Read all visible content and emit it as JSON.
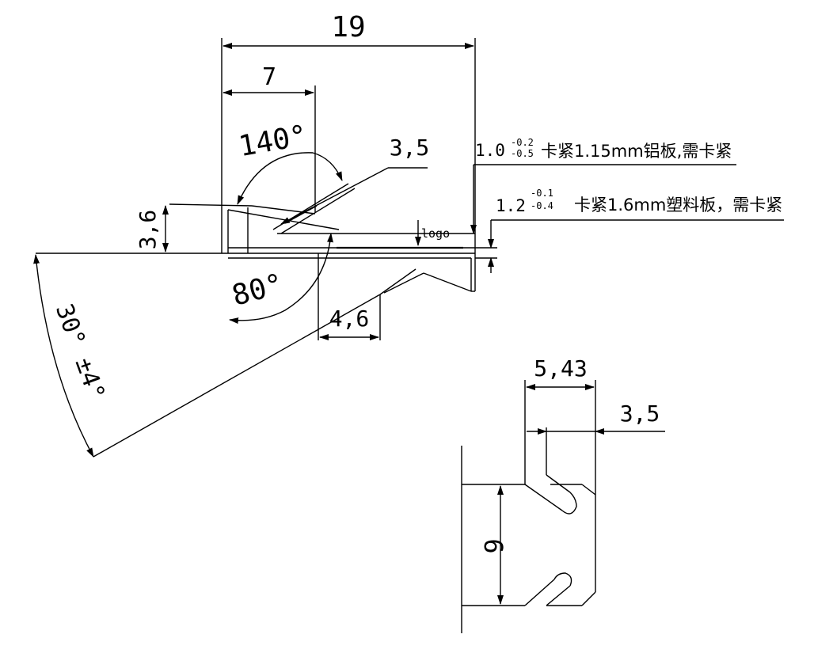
{
  "dimensions": {
    "overall_width": "19",
    "upper_width": "7",
    "angle_top": "140°",
    "thickness_top": "3,5",
    "height_left": "3,6",
    "angle_bottom": "80°",
    "bottom_width": "4,6",
    "slope_angle": "30° ±4°",
    "section_width": "5,43",
    "section_inner": "3,5",
    "section_height": "6"
  },
  "annotations": {
    "logo_label": "logo",
    "note1": {
      "nominal": "1.0",
      "tol_upper": "-0.2",
      "tol_lower": "-0.5",
      "text": "卡紧1.15mm铝板,需卡紧"
    },
    "note2": {
      "nominal": "1.2",
      "tol_upper": "-0.1",
      "tol_lower": "-0.4",
      "text": "卡紧1.6mm塑料板，需卡紧"
    }
  }
}
